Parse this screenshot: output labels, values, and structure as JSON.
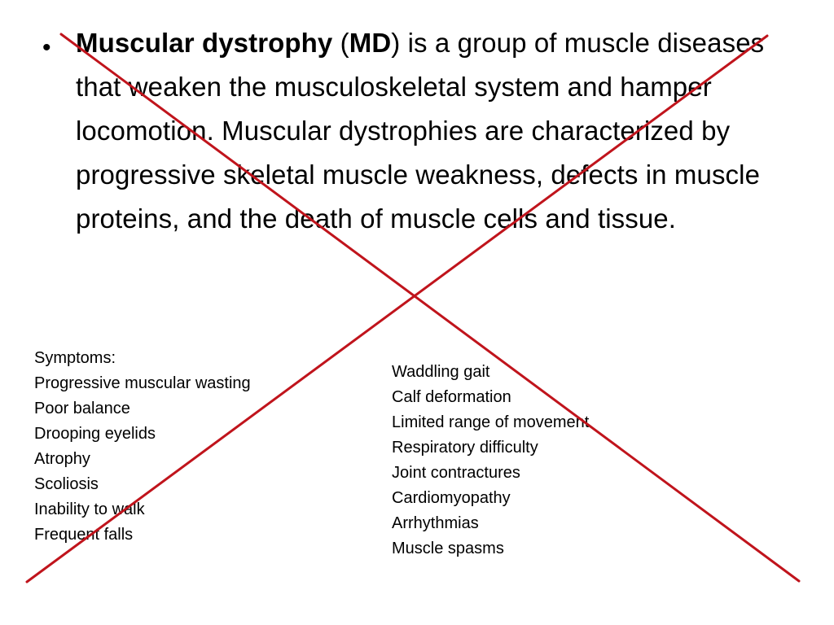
{
  "paragraph": {
    "bullet": "•",
    "term": "Muscular dystrophy",
    "open_paren": " (",
    "abbr": "MD",
    "rest": ") is a group of muscle diseases that weaken the musculoskeletal system and hamper locomotion.  Muscular dystrophies are characterized by progressive skeletal muscle weakness, defects in muscle proteins, and the death of muscle cells and tissue."
  },
  "symptoms_left": [
    "Symptoms:",
    "Progressive muscular wasting",
    "Poor balance",
    "Drooping eyelids",
    "Atrophy",
    "Scoliosis",
    "Inability to walk",
    "Frequent falls"
  ],
  "symptoms_right": [
    "Waddling gait",
    "Calf deformation",
    "Limited range of movement",
    "Respiratory difficulty",
    "Joint contractures",
    "Cardiomyopathy",
    "Arrhythmias",
    "Muscle spasms"
  ],
  "colors": {
    "cross_line": "#c0141c",
    "text": "#000000",
    "background": "#ffffff"
  }
}
